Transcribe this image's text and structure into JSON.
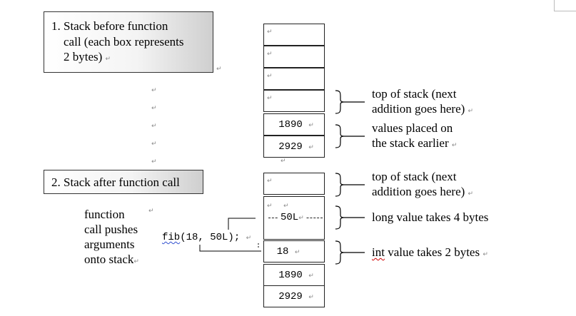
{
  "box1": {
    "lines": [
      "1. Stack before function",
      "call (each box represents",
      "2 bytes)"
    ]
  },
  "box2": {
    "label": "2. Stack after function call"
  },
  "stack1": [
    "",
    "",
    "",
    "",
    "1890",
    "2929"
  ],
  "stack2": [
    "",
    "50L",
    "18",
    "1890",
    "2929"
  ],
  "annotations1": {
    "top": [
      "top of stack (next",
      "addition goes here)"
    ],
    "earlier": [
      "values placed on",
      "the stack earlier"
    ]
  },
  "annotations2": {
    "top": [
      "top of stack (next",
      "addition goes here)"
    ],
    "long_word": "long value takes 4 bytes",
    "int_word": "int",
    "int_rest": " value takes 2 bytes"
  },
  "call_desc": [
    "function",
    "call pushes",
    "arguments",
    "onto stack"
  ],
  "code": {
    "fname": "fib",
    "args": "(18, 50L);"
  },
  "marks": {
    "para": "↵",
    "cell": "↵"
  }
}
